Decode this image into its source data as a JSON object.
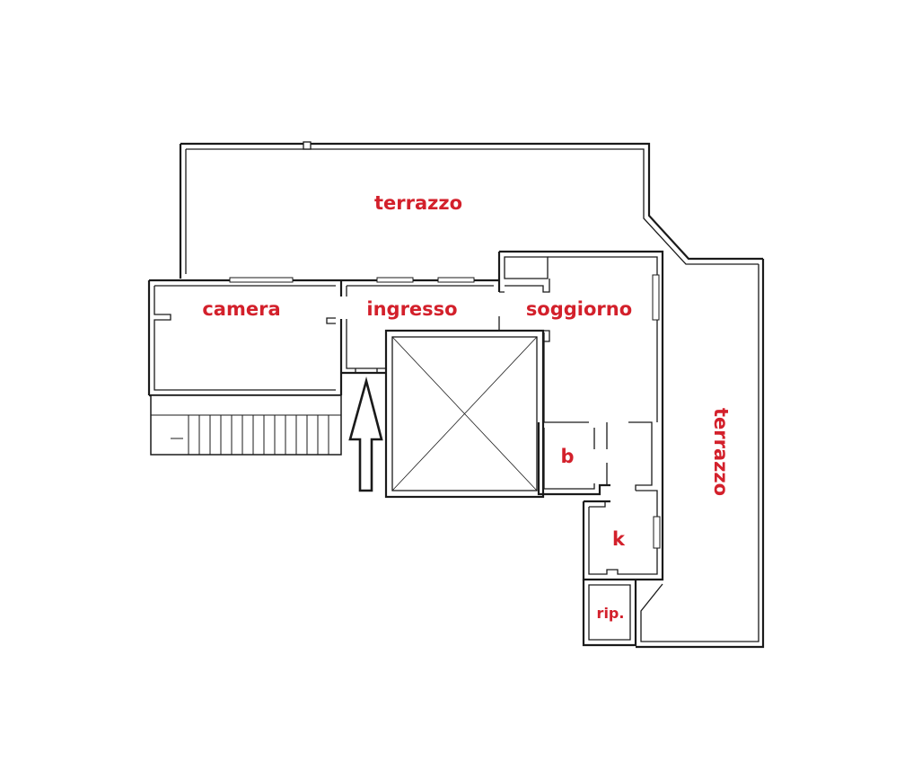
{
  "rooms": {
    "terrazzo_top": "terrazzo",
    "camera": "camera",
    "ingresso": "ingresso",
    "soggiorno": "soggiorno",
    "bagno": "b",
    "cucina": "k",
    "ripostiglio": "rip.",
    "terrazzo_right": "terrazzo"
  },
  "colors": {
    "label": "#d3202b",
    "walls": "#1a1a1a",
    "background": "#ffffff"
  },
  "icons": {
    "entrance": "arrow-up-outline",
    "stairs": "staircase-hatch",
    "void": "cross-box-shaft"
  }
}
